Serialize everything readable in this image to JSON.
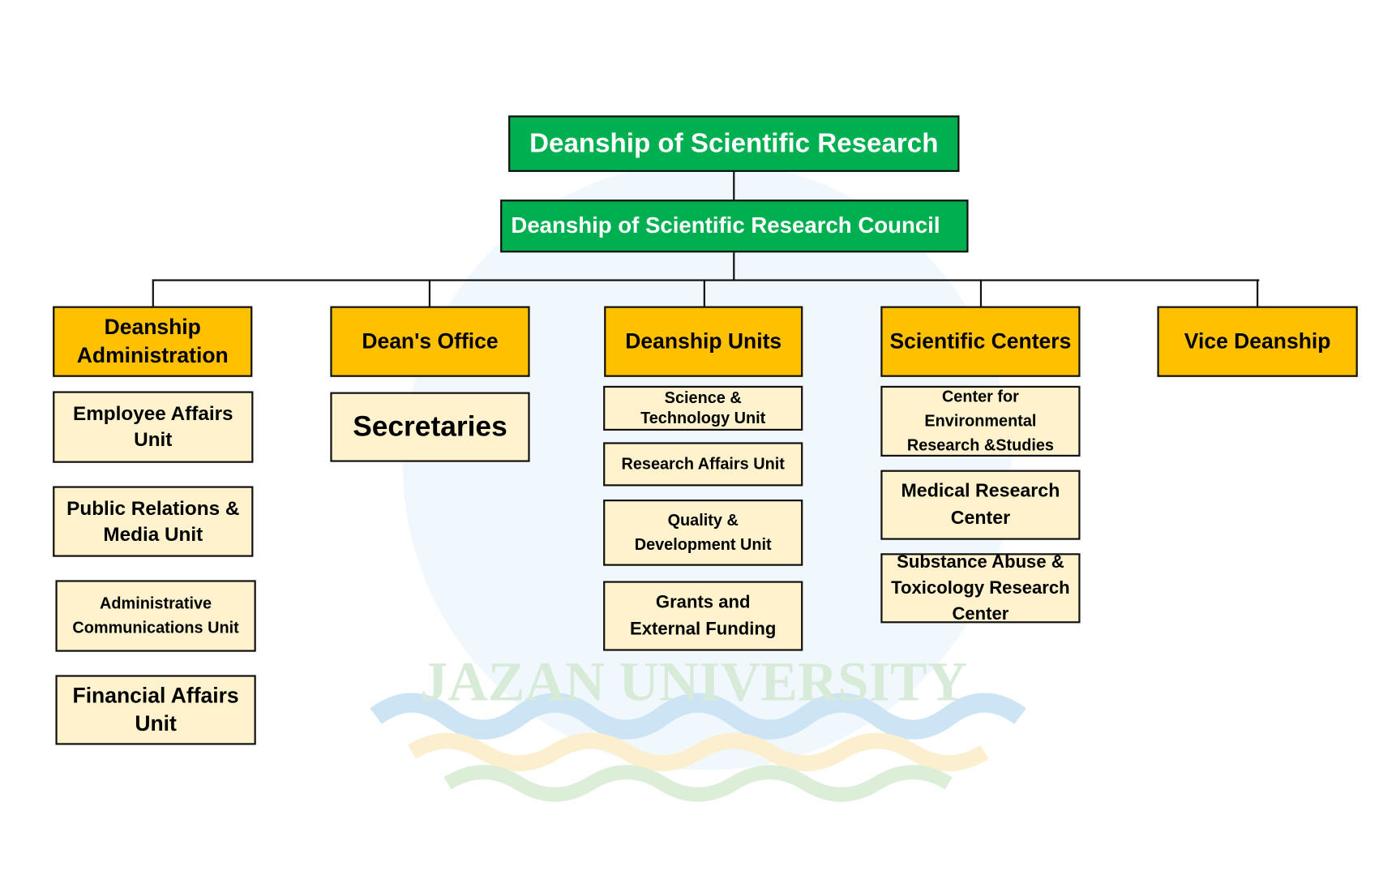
{
  "colors": {
    "green": "#00b050",
    "orange": "#ffc000",
    "light": "#fff2cc"
  },
  "watermark": {
    "text": "JAZAN UNIVERSITY"
  },
  "root": "Deanship of Scientific Research",
  "council": "Deanship of Scientific Research Council",
  "departments": [
    {
      "label": "Deanship Administration",
      "children": [
        "Employee Affairs Unit",
        "Public Relations & Media Unit",
        "Administrative Communications Unit",
        "Financial Affairs Unit"
      ]
    },
    {
      "label": "Dean's Office",
      "children": [
        "Secretaries"
      ]
    },
    {
      "label": "Deanship Units",
      "children": [
        "Science & Technology Unit",
        "Research Affairs Unit",
        "Quality & Development Unit",
        "Grants and External Funding"
      ]
    },
    {
      "label": "Scientific Centers",
      "children": [
        "Center for Environmental Research &Studies",
        "Medical Research Center",
        "Substance Abuse & Toxicology Research Center"
      ]
    },
    {
      "label": "Vice Deanship",
      "children": []
    }
  ]
}
